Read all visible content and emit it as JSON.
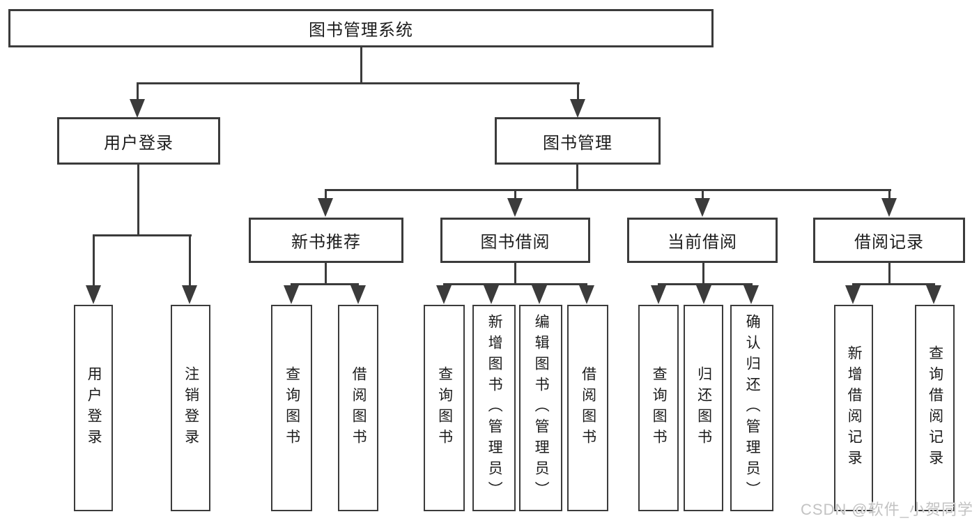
{
  "diagram": {
    "title": "图书管理系统",
    "tree": {
      "label": "图书管理系统",
      "children": [
        {
          "label": "用户登录",
          "children": [
            {
              "label": "用户登录"
            },
            {
              "label": "注销登录"
            }
          ]
        },
        {
          "label": "图书管理",
          "children": [
            {
              "label": "新书推荐",
              "children": [
                {
                  "label": "查询图书"
                },
                {
                  "label": "借阅图书"
                }
              ]
            },
            {
              "label": "图书借阅",
              "children": [
                {
                  "label": "查询图书"
                },
                {
                  "label": "新增图书（管理员）"
                },
                {
                  "label": "编辑图书（管理员）"
                },
                {
                  "label": "借阅图书"
                }
              ]
            },
            {
              "label": "当前借阅",
              "children": [
                {
                  "label": "查询图书"
                },
                {
                  "label": "归还图书"
                },
                {
                  "label": "确认归还（管理员）"
                }
              ]
            },
            {
              "label": "借阅记录",
              "children": [
                {
                  "label": "新增借阅记录"
                },
                {
                  "label": "查询借阅记录"
                }
              ]
            }
          ]
        }
      ]
    },
    "colors": {
      "line": "#3b3b3b",
      "text": "#1c1c1c",
      "background": "#ffffff",
      "watermark_text": "#c3c3c3"
    }
  },
  "watermark": {
    "text": "CSDN @软件_小贺同学"
  }
}
